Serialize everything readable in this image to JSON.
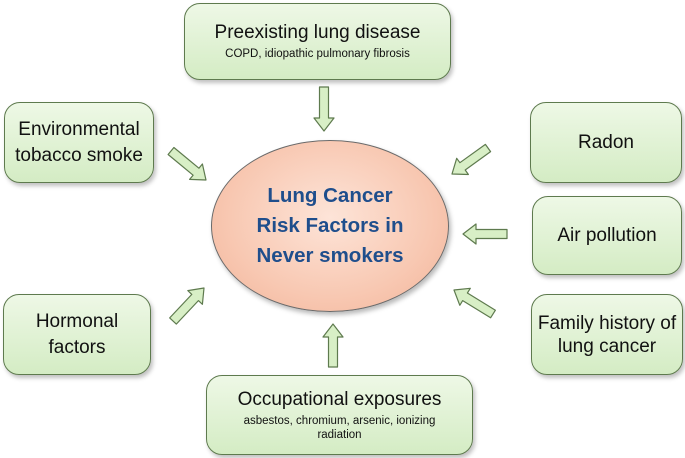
{
  "center": {
    "text": "Lung Cancer Risk Factors in Never smokers"
  },
  "boxes": {
    "preexisting": {
      "title": "Preexisting lung disease",
      "subtitle": "COPD, idiopathic pulmonary fibrosis"
    },
    "environmental": {
      "title": "Environmental tobacco smoke"
    },
    "radon": {
      "title": "Radon"
    },
    "air_pollution": {
      "title": "Air pollution"
    },
    "hormonal": {
      "title": "Hormonal factors"
    },
    "family_history": {
      "title": "Family history of lung cancer"
    },
    "occupational": {
      "title": "Occupational exposures",
      "subtitle": "asbestos, chromium, arsenic, ionizing radiation"
    }
  },
  "colors": {
    "box_fill": "#d4ecc4",
    "arrow_fill": "#d8efc6",
    "arrow_stroke": "#5e7a4e",
    "center_fill": "#f8c8b2",
    "center_text": "#1f4e8c"
  }
}
